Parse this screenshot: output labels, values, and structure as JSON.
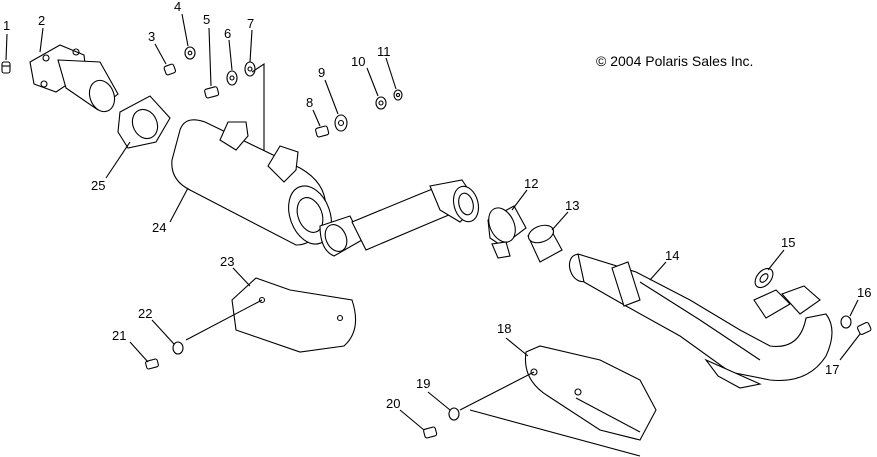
{
  "copyright": "© 2004 Polaris Sales Inc.",
  "callouts": [
    "1",
    "2",
    "3",
    "4",
    "5",
    "6",
    "7",
    "8",
    "9",
    "10",
    "11",
    "12",
    "13",
    "14",
    "15",
    "16",
    "17",
    "18",
    "19",
    "20",
    "21",
    "22",
    "23",
    "24",
    "25"
  ]
}
